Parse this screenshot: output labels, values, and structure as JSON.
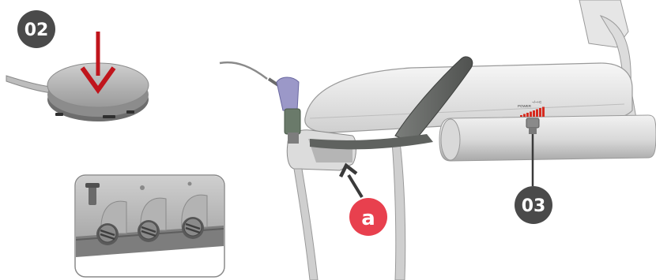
{
  "badges": {
    "step_02": "02",
    "step_03": "03",
    "marker_a": "a"
  },
  "panel_labels": {
    "power": "POWER",
    "level": "~/~+C"
  },
  "colors": {
    "badge_dark": "#4a4a4a",
    "badge_accent": "#e8404e",
    "arrow_red": "#c0151c",
    "arrow_dark": "#3a3a3a",
    "device_light": "#ececec",
    "device_mid": "#c9c9c9",
    "device_dark": "#6a6d6a",
    "handpiece_tip": "#9b98c8",
    "signal_red": "#d62b1f"
  },
  "icons": {
    "foot_pedal": "foot-pedal-illustration",
    "valve_panel": "valve-panel-illustration",
    "dental_unit": "dental-unit-illustration"
  }
}
